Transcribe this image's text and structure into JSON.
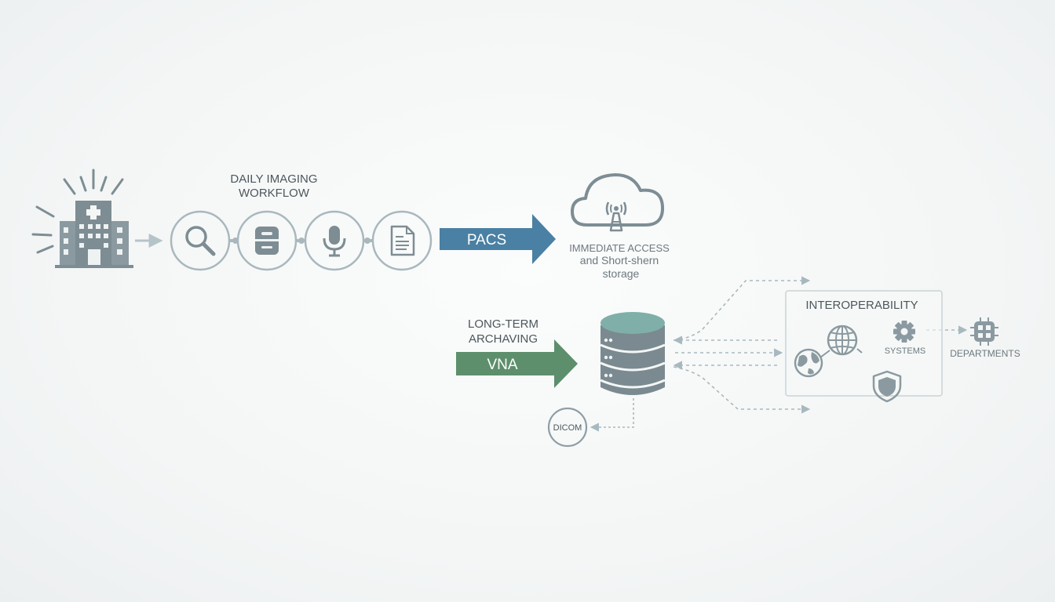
{
  "workflow": {
    "title_line1": "DAILY IMAGING",
    "title_line2": "WORKFLOW",
    "steps": [
      {
        "icon": "magnifier-icon"
      },
      {
        "icon": "scanner-icon"
      },
      {
        "icon": "microphone-icon"
      },
      {
        "icon": "report-document-icon"
      }
    ]
  },
  "pacs": {
    "label": "PACS",
    "caption_line1": "IMMEDIATE ACCESS",
    "caption_line2": "and Short-shern",
    "caption_line3": "storage"
  },
  "vna": {
    "title_line1": "LONG-TERM",
    "title_line2": "ARCHAVING",
    "label": "VNA"
  },
  "dicom": {
    "label": "DICOM"
  },
  "interoperability": {
    "title": "INTEROPERABILITY",
    "systems_label": "SYSTEMS",
    "departments_label": "DEPARTMENTS"
  },
  "colors": {
    "icon_gray": "#7d8d93",
    "circle_stroke": "#a9b8bd",
    "pacs_blue": "#4a80a3",
    "vna_green": "#5d8f6c",
    "db_teal": "#7fafa8",
    "db_gray": "#7a8a90",
    "dashed": "#a7b9bf",
    "text_dark": "#4c575c",
    "text_mid": "#6d797e"
  }
}
